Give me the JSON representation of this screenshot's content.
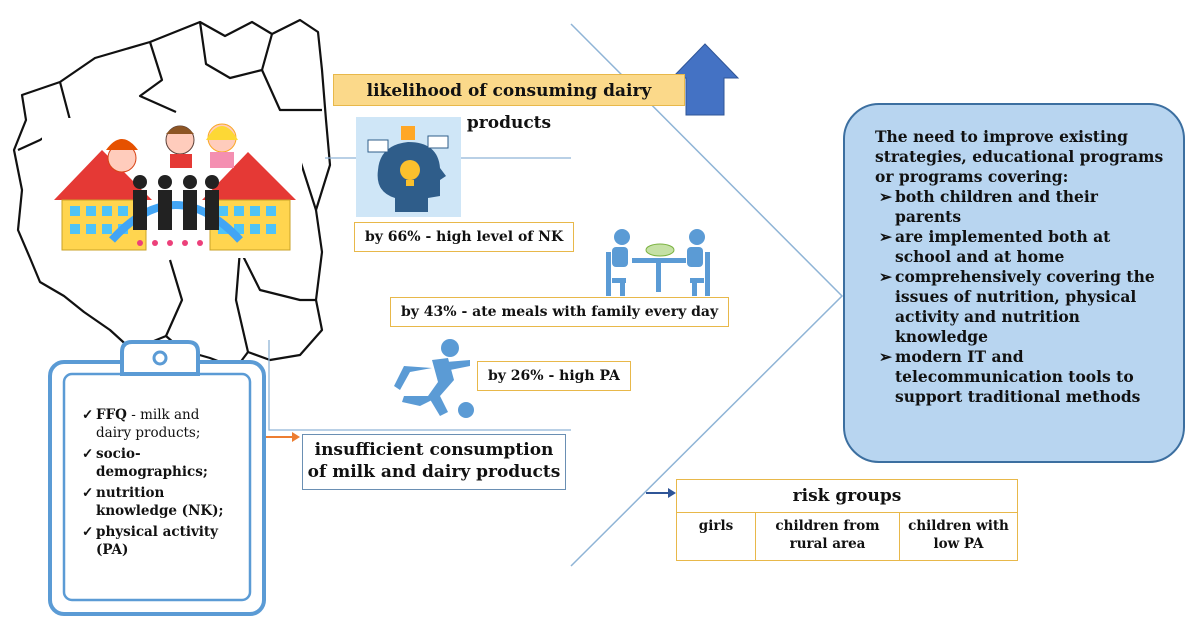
{
  "top_banner": "likelihood of consuming dairy products",
  "findings": {
    "nk": "by 66% - high level of NK",
    "family": "by 43% - ate meals with family every day",
    "pa": "by 26% - high PA"
  },
  "insufficient": {
    "line1": "insufficient consumption",
    "line2": "of milk and dairy products"
  },
  "clipboard": {
    "items": [
      {
        "bold": "FFQ",
        "rest": " - milk and dairy products;"
      },
      {
        "bold": "socio-demographics;",
        "rest": ""
      },
      {
        "bold": "nutrition knowledge (NK);",
        "rest": ""
      },
      {
        "bold": "physical activity (PA)",
        "rest": ""
      }
    ]
  },
  "recommendation": {
    "intro": "The need to improve existing strategies, educational programs or programs covering:",
    "items": [
      "both children and their parents",
      "are implemented both at school and at home",
      "comprehensively covering the issues of nutrition, physical activity and nutrition knowledge",
      "modern IT and telecommunication tools  to support traditional methods"
    ]
  },
  "risk_groups": {
    "title": "risk groups",
    "groups": [
      "girls",
      "children from rural area",
      "children with low PA"
    ]
  },
  "colors": {
    "arrow_up": "#4472c4",
    "banner_fill": "#fbd98a",
    "box_border": "#e8b84a",
    "right_box_fill": "#b8d5f0",
    "clipboard": "#5b9bd5",
    "icon_blue": "#5b9bd5",
    "connector": "#8fb4d6"
  },
  "icons": [
    "poland-map",
    "school-family-illustration",
    "head-lightbulb-icon",
    "family-meal-icon",
    "running-person-icon",
    "clipboard-icon",
    "up-arrow-icon"
  ]
}
